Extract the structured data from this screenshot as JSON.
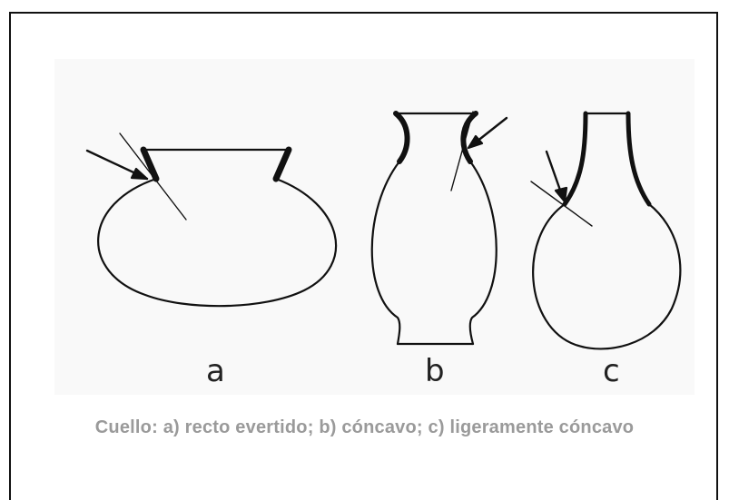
{
  "figure": {
    "labels": {
      "a": "a",
      "b": "b",
      "c": "c"
    },
    "caption": "Cuello: a) recto evertido; b) cóncavo; c) ligeramente cóncavo",
    "colors": {
      "caption": "#9a9a9a",
      "outline": "#111111",
      "frame": "#111111"
    }
  }
}
